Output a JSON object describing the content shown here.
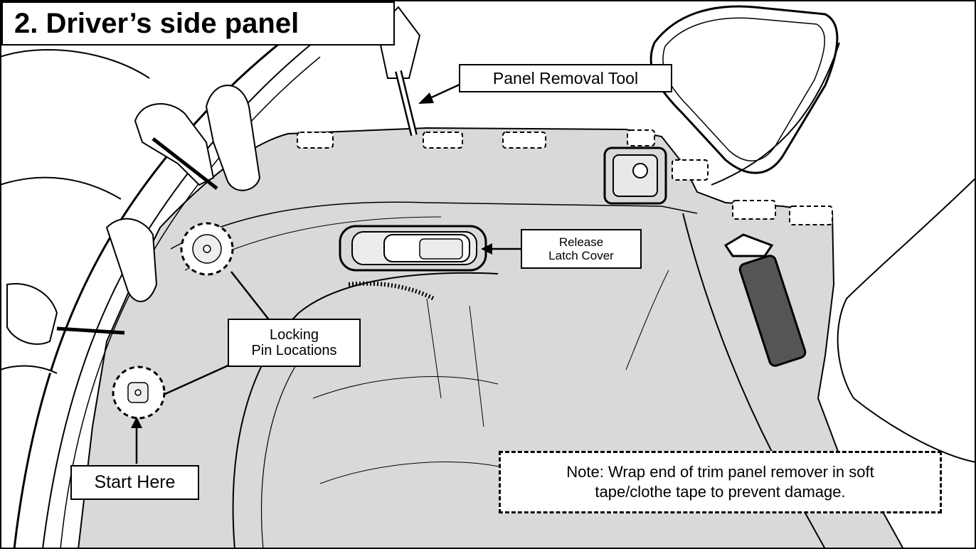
{
  "title": "2. Driver’s side panel",
  "callouts": {
    "panel_removal_tool": "Panel Removal Tool",
    "release_latch_line1": "Release",
    "release_latch_line2": "Latch Cover",
    "locking_pins_line1": "Locking",
    "locking_pins_line2": "Pin Locations",
    "start_here": "Start Here"
  },
  "note": {
    "line1": "Note: Wrap end of trim panel remover in soft",
    "line2": "tape/clothe tape to prevent damage."
  },
  "colors": {
    "panel_fill": "#d9d9d9",
    "line": "#000000",
    "background": "#ffffff"
  }
}
